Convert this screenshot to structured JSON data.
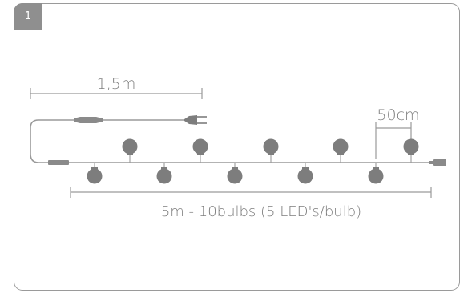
{
  "step_number": "1",
  "labels": {
    "lead_length": "1,5m",
    "bulb_spacing": "50cm",
    "total": "5m - 10bulbs (5 LED's/bulb)"
  },
  "colors": {
    "frame": "#9a9a9a",
    "badge": "#8f8f8f",
    "bulb": "#7d7d7d",
    "line": "#9a9a9a",
    "text": "#7d7d7d"
  },
  "icons": {
    "plug": "plug-icon",
    "bulb": "bulb-icon",
    "connector": "end-connector-icon"
  }
}
